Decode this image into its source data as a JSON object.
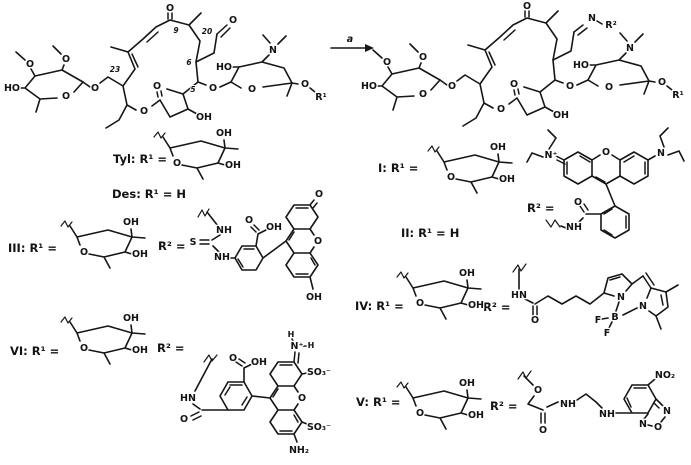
{
  "figure": {
    "arrow_label": "a",
    "positions": {
      "c9": "9",
      "c20": "20",
      "c23": "23",
      "c6": "6",
      "c5": "5"
    }
  },
  "glyphs": {
    "O": "O",
    "OH": "OH",
    "HO": "HO",
    "N": "N",
    "NH": "NH",
    "HN": "HN",
    "S": "S",
    "B": "B",
    "F": "F",
    "H": "H",
    "N_plus": "N⁺",
    "NH2": "NH₂",
    "NO2": "NO₂",
    "SO3": "SO₃⁻",
    "R1": "R¹",
    "R2": "R²"
  },
  "entries": {
    "tyl": "Tyl: R¹ =",
    "des": "Des: R¹ = H",
    "i": "I: R¹ =",
    "ii": "II: R¹ = H",
    "iii": "III: R¹ =",
    "iv": "IV: R¹ =",
    "v": "V: R¹ =",
    "vi": "VI: R¹ =",
    "r2_eq": "R² ="
  },
  "colors": {
    "ink": "#161616",
    "background": "#ffffff"
  }
}
